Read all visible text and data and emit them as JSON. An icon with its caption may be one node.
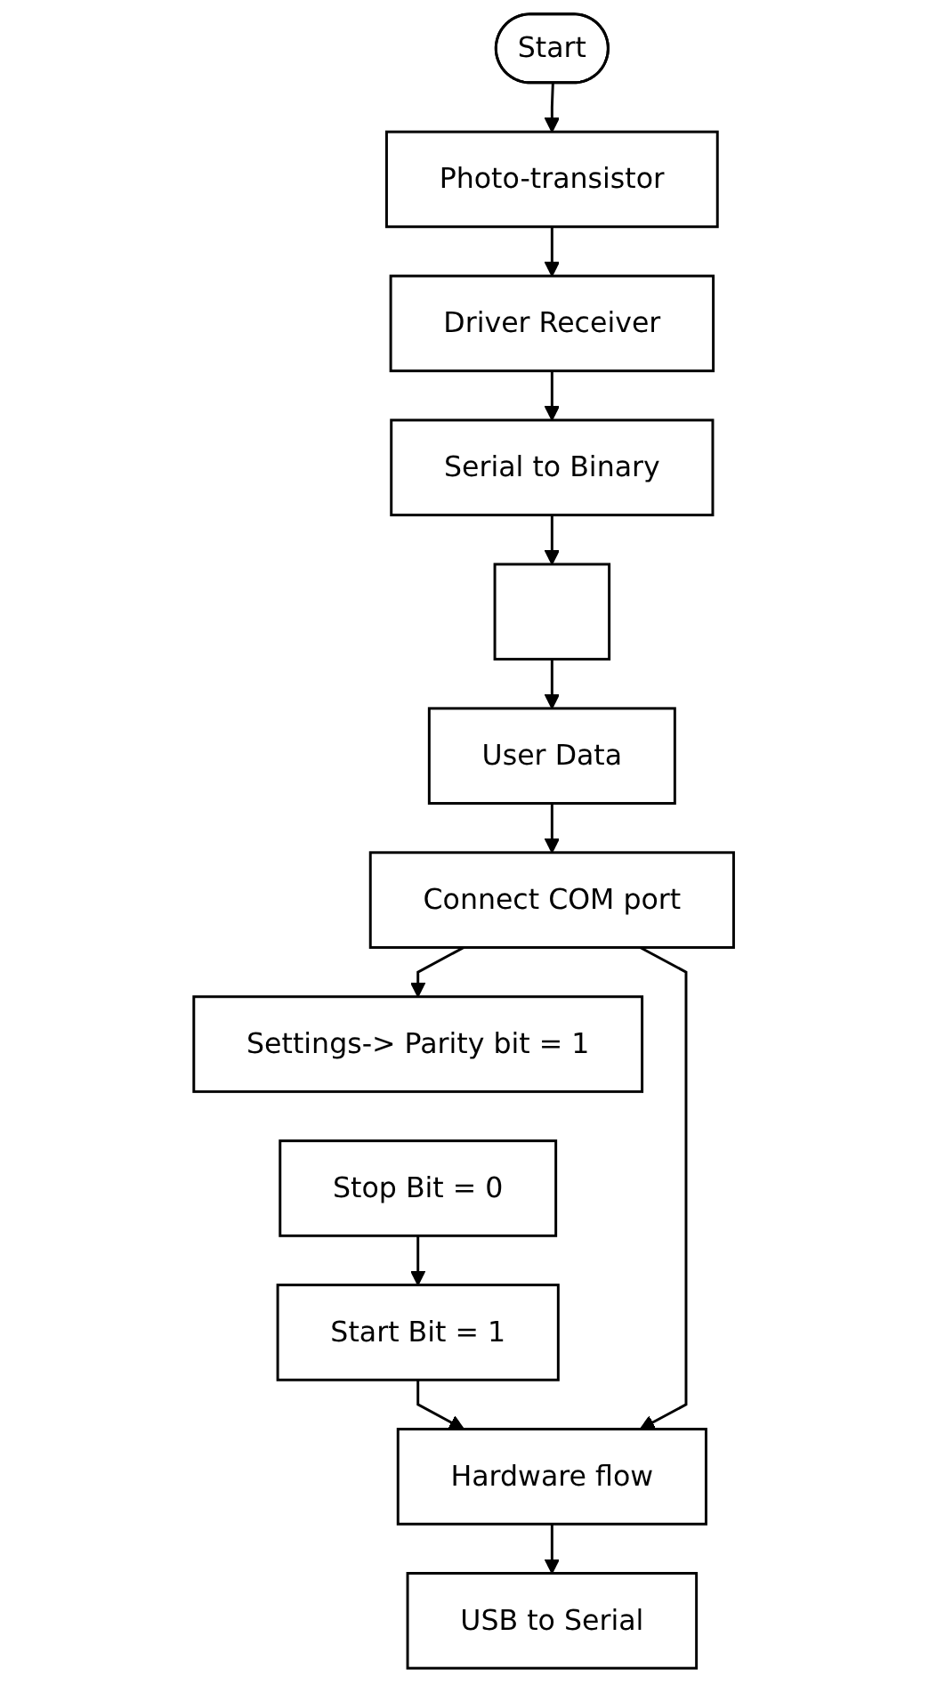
{
  "diagram": {
    "nodes": [
      {
        "text": [
          "Start"
        ]
      },
      {
        "text": [
          "Photo-transistor"
        ]
      },
      {
        "text": [
          "Driver Receiver"
        ]
      },
      {
        "text": [
          "Serial to Binary"
        ]
      },
      {
        "text": [],
        "shape": "box"
      },
      {
        "text": [
          "User Data"
        ]
      },
      {
        "text": [
          "Connect COM port"
        ]
      },
      {
        "text": [
          "Settings-> Parity bit = 1"
        ]
      },
      {
        "text": [
          "Stop Bit = 0"
        ]
      },
      {
        "text": [
          "Start Bit = 1"
        ]
      },
      {
        "text": [
          "Hardware flow"
        ]
      },
      {
        "text": [
          "USB to Serial"
        ]
      }
    ],
    "edges": [
      {
        "from": 0,
        "to": 1,
        "arrow": "to"
      },
      {
        "from": 1,
        "to": 2,
        "arrow": "to"
      },
      {
        "from": 2,
        "to": 3,
        "arrow": "to"
      },
      {
        "from": 3,
        "to": 4,
        "arrow": "to"
      },
      {
        "from": 4,
        "to": 5,
        "arrow": "to"
      },
      {
        "from": 5,
        "to": 6,
        "arrow": "to"
      },
      {
        "from": 6,
        "to": 7,
        "arrow": "to"
      },
      {
        "from": 8,
        "to": 9,
        "arrow": "to"
      },
      {
        "from": 9,
        "to": 10,
        "arrow": "to"
      },
      {
        "from": 6,
        "to": 10,
        "arrow": "to"
      },
      {
        "from": 10,
        "to": 11,
        "arrow": "to"
      }
    ]
  }
}
